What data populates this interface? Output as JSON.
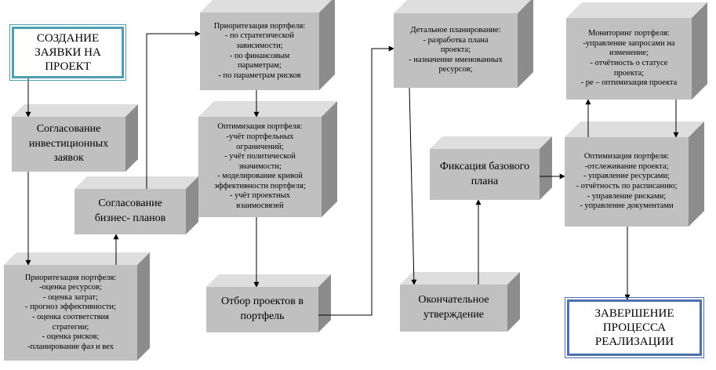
{
  "diagram": {
    "nodes": [
      {
        "id": "create_request",
        "text": "СОЗДАНИЕ\nЗАЯВКИ НА\nПРОЕКТ"
      },
      {
        "id": "approve_investment",
        "text": "Согласование\nинвестиционных\nзаявок"
      },
      {
        "id": "approve_business",
        "text": "Согласование\nбизнес- планов"
      },
      {
        "id": "prioritize_bottom",
        "text": "Приоритезация портфеля:\n-оценка ресурсов;\n- оценка затрат;\n- прогноз эффективности;\n- оценка соответствия\nстратегии;\n- оценка рисков;\n-планирование фаз и вех"
      },
      {
        "id": "prioritize_top",
        "text": "Приоритезация портфеля:\n- по стратегической\nзависимости;\n- по финансовым\nпараметрам;\n- по параметрам рисков"
      },
      {
        "id": "optimize_left",
        "text": "Оптимизация портфеля:\n-учёт портфельных\nограничений;\n- учёт политической\nзначимости;\n- моделирование кривой\nэффективности портфеля;\n- учёт проектных\nвзаимосвязей"
      },
      {
        "id": "select_projects",
        "text": "Отбор проектов в\nпортфель"
      },
      {
        "id": "detail_planning",
        "text": "Детальное планирование:\n- разработка плана\nпроекта;\n- назначение именованных\nресурсов;"
      },
      {
        "id": "baseline",
        "text": "Фиксация базового\nплана"
      },
      {
        "id": "final_approval",
        "text": "Окончательное\nутверждение"
      },
      {
        "id": "monitoring",
        "text": "Мониторинг портфеля:\n-управление запросами на\nизменение;\n- отчётность о статусе\nпроекта;\n- ре – оптимизация проекта"
      },
      {
        "id": "optimize_right",
        "text": "Оптимизация портфеля:\n-отслеживание проекта;\n- управление ресурсами;\n- отчётность по расписанию;\n- управление рисками;\n- управление документами"
      },
      {
        "id": "completion",
        "text": "ЗАВЕРШЕНИЕ\nПРОЦЕССА\nРЕАЛИЗАЦИИ"
      }
    ],
    "edges": [
      {
        "from": "create_request",
        "to": "approve_investment"
      },
      {
        "from": "approve_investment",
        "to": "prioritize_bottom"
      },
      {
        "from": "prioritize_bottom",
        "to": "approve_business"
      },
      {
        "from": "approve_business",
        "to": "prioritize_top"
      },
      {
        "from": "prioritize_top",
        "to": "optimize_left"
      },
      {
        "from": "optimize_left",
        "to": "select_projects"
      },
      {
        "from": "select_projects",
        "to": "detail_planning"
      },
      {
        "from": "detail_planning",
        "to": "final_approval"
      },
      {
        "from": "final_approval",
        "to": "baseline"
      },
      {
        "from": "baseline",
        "to": "optimize_right"
      },
      {
        "from": "optimize_right",
        "to": "monitoring"
      },
      {
        "from": "monitoring",
        "to": "optimize_right"
      },
      {
        "from": "optimize_right",
        "to": "completion"
      }
    ],
    "colors": {
      "cube_front": "#c0c0c0",
      "cube_top": "#dedede",
      "cube_side": "#8c8c8c",
      "frame_start": "#4f9fb3",
      "frame_end": "#4c6fb0",
      "connector": "#000000"
    }
  }
}
